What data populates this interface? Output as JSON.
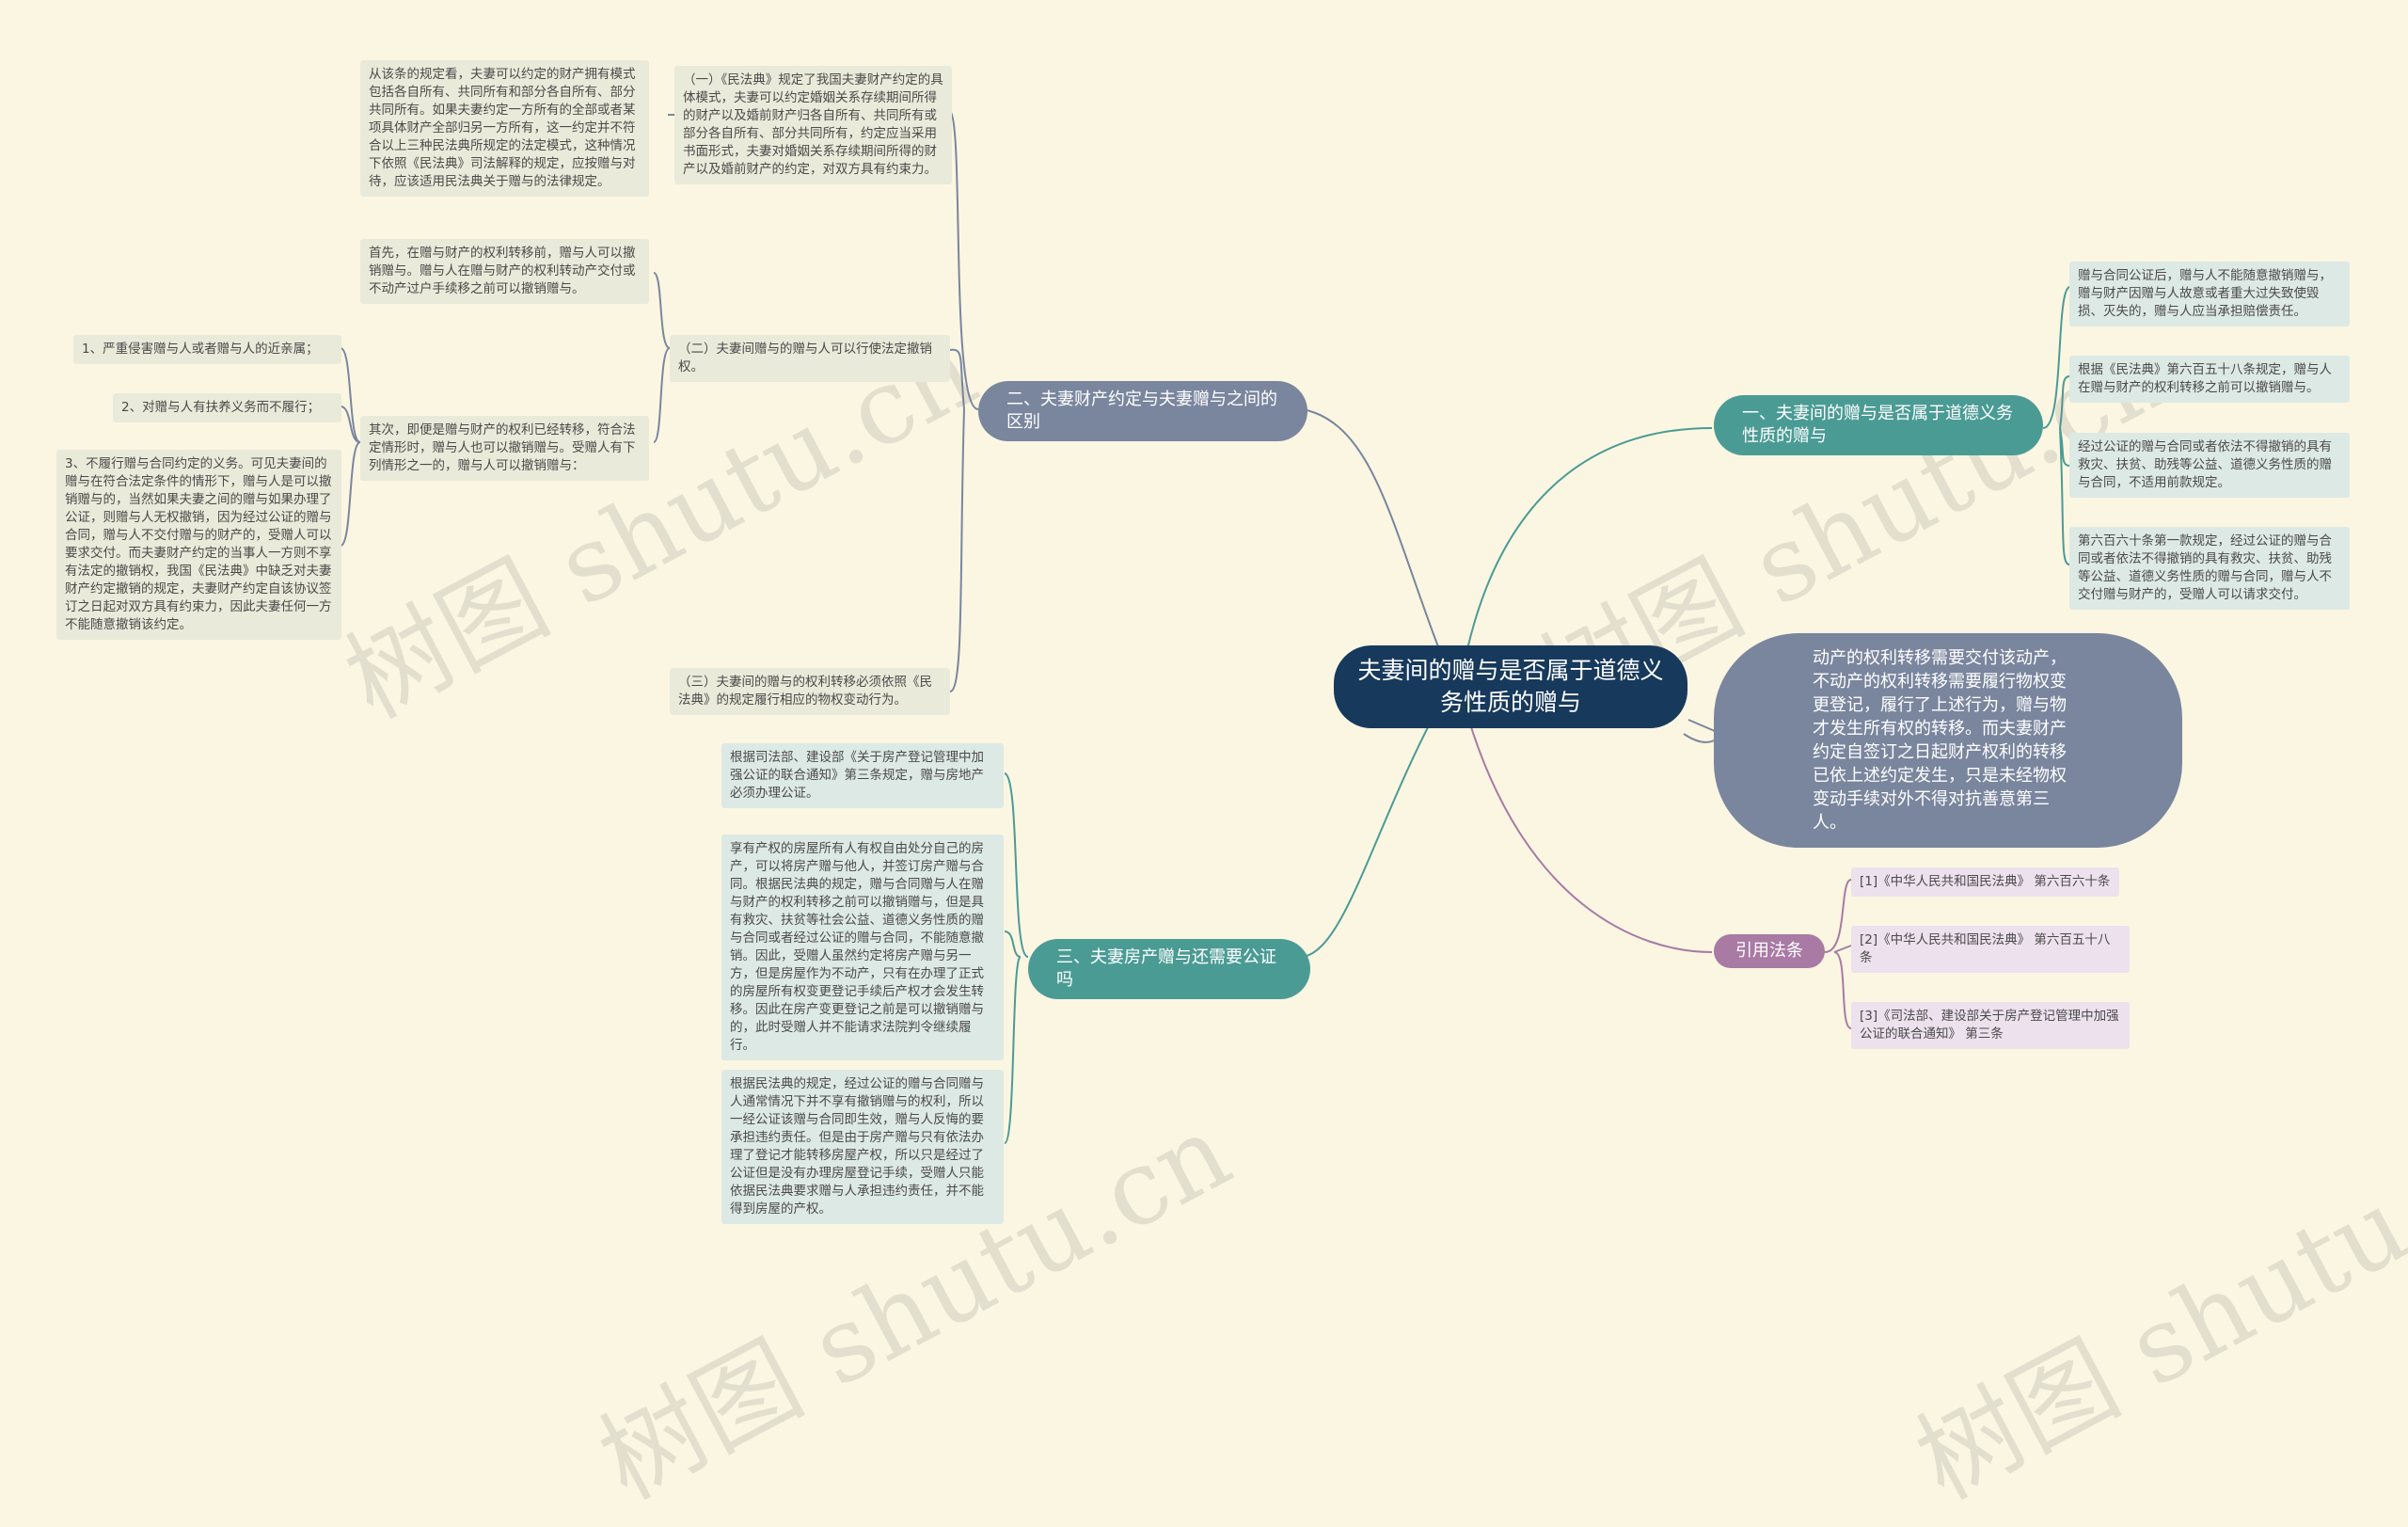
{
  "root": {
    "title": "夫妻间的赠与是否属于道德义务性质的赠与"
  },
  "branch1": {
    "title": "一、夫妻间的赠与是否属于道德义务性质的赠与",
    "items": [
      "赠与合同公证后，赠与人不能随意撤销赠与，赠与财产因赠与人故意或者重大过失致使毁损、灭失的，赠与人应当承担赔偿责任。",
      "根据《民法典》第六百五十八条规定，赠与人在赠与财产的权利转移之前可以撤销赠与。",
      "经过公证的赠与合同或者依法不得撤销的具有救灾、扶贫、助残等公益、道德义务性质的赠与合同，不适用前款规定。",
      "第六百六十条第一款规定，经过公证的赠与合同或者依法不得撤销的具有救灾、扶贫、助残等公益、道德义务性质的赠与合同，赠与人不交付赠与财产的，受赠人可以请求交付。"
    ]
  },
  "big_note": "动产的权利转移需要交付该动产，不动产的权利转移需要履行物权变更登记，履行了上述行为，赠与物才发生所有权的转移。而夫妻财产约定自签订之日起财产权利的转移已依上述约定发生，只是未经物权变动手续对外不得对抗善意第三人。",
  "branch_refs": {
    "title": "引用法条",
    "items": [
      "[1]《中华人民共和国民法典》 第六百六十条",
      "[2]《中华人民共和国民法典》 第六百五十八条",
      "[3]《司法部、建设部关于房产登记管理中加强公证的联合通知》 第三条"
    ]
  },
  "branch2": {
    "title": "二、夫妻财产约定与夫妻赠与之间的区别",
    "item1": "（一）《民法典》规定了我国夫妻财产约定的具体模式，夫妻可以约定婚姻关系存续期间所得的财产以及婚前财产归各自所有、共同所有或部分各自所有、部分共同所有，约定应当采用书面形式，夫妻对婚姻关系存续期间所得的财产以及婚前财产的约定，对双方具有约束力。",
    "item1_sub": "从该条的规定看，夫妻可以约定的财产拥有模式包括各自所有、共同所有和部分各自所有、部分共同所有。如果夫妻约定一方所有的全部或者某项具体财产全部归另一方所有，这一约定并不符合以上三种民法典所规定的法定模式，这种情况下依照《民法典》司法解释的规定，应按赠与对待，应该适用民法典关于赠与的法律规定。",
    "item2": "（二）夫妻间赠与的赠与人可以行使法定撤销权。",
    "item2_sub1": "首先，在赠与财产的权利转移前，赠与人可以撤销赠与。赠与人在赠与财产的权利转动产交付或不动产过户手续移之前可以撤销赠与。",
    "item2_sub2": "其次，即便是赠与财产的权利已经转移，符合法定情形时，赠与人也可以撤销赠与。受赠人有下列情形之一的，赠与人可以撤销赠与：",
    "item2_sub2_items": [
      "1、严重侵害赠与人或者赠与人的近亲属；",
      "2、对赠与人有扶养义务而不履行；",
      "3、不履行赠与合同约定的义务。可见夫妻间的赠与在符合法定条件的情形下，赠与人是可以撤销赠与的，当然如果夫妻之间的赠与如果办理了公证，则赠与人无权撤销，因为经过公证的赠与合同，赠与人不交付赠与的财产的，受赠人可以要求交付。而夫妻财产约定的当事人一方则不享有法定的撤销权，我国《民法典》中缺乏对夫妻财产约定撤销的规定，夫妻财产约定自该协议签订之日起对双方具有约束力，因此夫妻任何一方不能随意撤销该约定。"
    ],
    "item3": "（三）夫妻间的赠与的权利转移必须依照《民法典》的规定履行相应的物权变动行为。"
  },
  "branch3": {
    "title": "三、夫妻房产赠与还需要公证吗",
    "items": [
      "根据司法部、建设部《关于房产登记管理中加强公证的联合通知》第三条规定，赠与房地产必须办理公证。",
      "享有产权的房屋所有人有权自由处分自己的房产，可以将房产赠与他人，并签订房产赠与合同。根据民法典的规定，赠与合同赠与人在赠与财产的权利转移之前可以撤销赠与，但是具有救灾、扶贫等社会公益、道德义务性质的赠与合同或者经过公证的赠与合同，不能随意撤销。因此，受赠人虽然约定将房产赠与另一方，但是房屋作为不动产，只有在办理了正式的房屋所有权变更登记手续后产权才会发生转移。因此在房产变更登记之前是可以撤销赠与的，此时受赠人并不能请求法院判令继续履行。",
      "根据民法典的规定，经过公证的赠与合同赠与人通常情况下并不享有撤销赠与的权利，所以一经公证该赠与合同即生效，赠与人反悔的要承担违约责任。但是由于房产赠与只有依法办理了登记才能转移房屋产权，所以只是经过了公证但是没有办理房屋登记手续，受赠人只能依据民法典要求赠与人承担违约责任，并不能得到房屋的产权。"
    ]
  },
  "watermarks": [
    "树图 shutu.cn",
    "树图 shutu.cn",
    "树图 shutu.cn",
    "树图 shutu.cn"
  ],
  "colors": {
    "background": "#fbf6e2",
    "root": "#17395c",
    "edge_gray": "#7a869e",
    "edge_teal": "#4b9b95",
    "edge_purple": "#a87aa4"
  }
}
